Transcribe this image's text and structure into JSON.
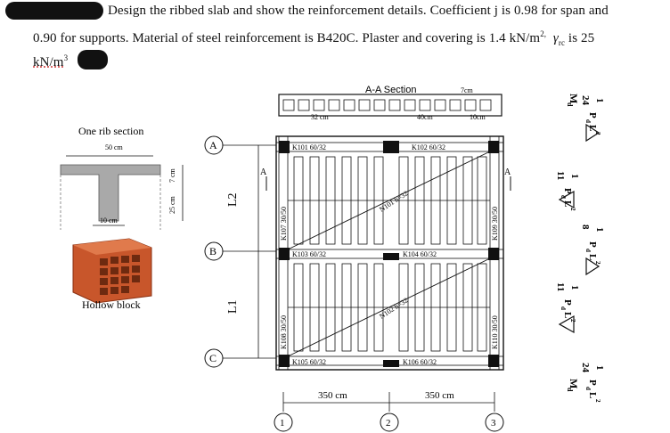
{
  "problem": {
    "line1": "Design the ribbed slab and show the reinforcement details. Coefficient j is 0.98 for span and",
    "line2a": "0.90 for supports. Material of steel reinforcement is B420C. Plaster and covering is 1.4 kN/m",
    "line2_sup": "2,",
    "line2b": "is 25",
    "gamma_symbol": "γ",
    "gamma_sub": "rc",
    "line3": "kN/m",
    "line3_sup": "3"
  },
  "rib_section": {
    "title": "One rib section",
    "top_width": "50 cm",
    "rib_width": "10 cm",
    "depth_total": "25 cm",
    "depth_flange": "7 cm"
  },
  "hollow_block": {
    "label": "Hollow block"
  },
  "plan": {
    "section_title": "A-A Section",
    "dims": {
      "flange": "7cm",
      "topping": "32 cm",
      "block": "40cm",
      "rib": "10cm"
    },
    "grid_rows": [
      "A",
      "B",
      "C"
    ],
    "grid_cols": [
      "1",
      "2",
      "3"
    ],
    "spans_vertical": [
      "L2",
      "L1"
    ],
    "spans_horizontal": [
      "350 cm",
      "350 cm"
    ],
    "section_mark": "A",
    "beams": {
      "k101": "K101 60/32",
      "k102": "K102 60/32",
      "k103": "K103 60/32",
      "k104": "K104 60/32",
      "k105": "K105 60/32",
      "k106": "K106 60/32",
      "k107": "K107 30/50",
      "k108": "K108 30/50",
      "k109": "K109 30/50",
      "k110": "K110 30/50"
    },
    "slabs": {
      "n101": "N101 h=32",
      "n102": "N102 h=32"
    }
  },
  "moments": {
    "top": {
      "Md": "M",
      "Md_sub": "d",
      "c1": "1",
      "d1": "24",
      "c2": "1",
      "d2": "11",
      "c3": "1",
      "d3": "8",
      "c4": "1",
      "d4": "11",
      "c5": "1",
      "d5": "24",
      "term": "P",
      "term_sub": "d",
      "term_L": "L",
      "exp": "2"
    }
  },
  "colors": {
    "ink": "#111111",
    "block": "#c8562b",
    "shade": "#aaaaaa"
  }
}
